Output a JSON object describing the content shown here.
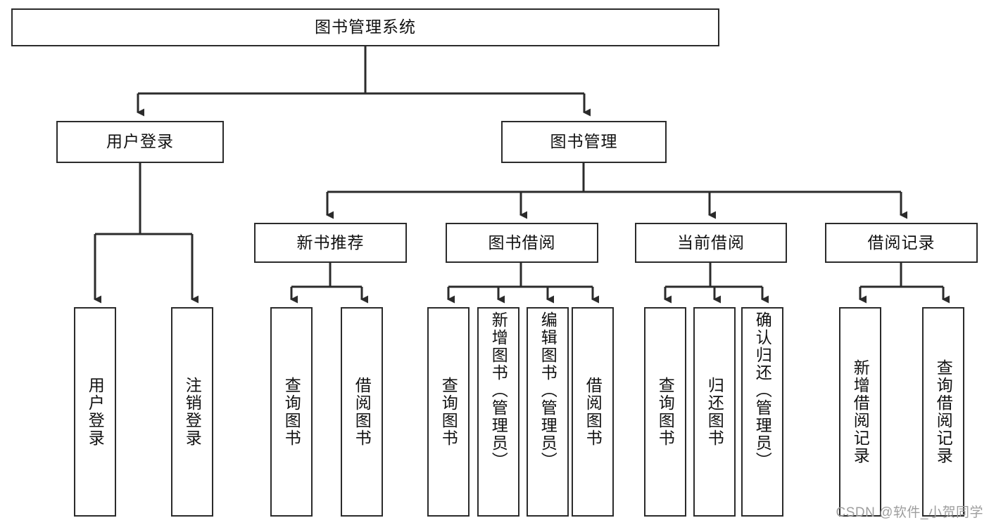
{
  "diagram": {
    "type": "tree",
    "title": "图书管理系统",
    "root": {
      "id": "root",
      "label": "图书管理系统"
    },
    "level1": [
      {
        "id": "user-login",
        "label": "用户登录"
      },
      {
        "id": "book-manage",
        "label": "图书管理"
      }
    ],
    "level2": [
      {
        "id": "new-book-recommend",
        "label": "新书推荐"
      },
      {
        "id": "book-borrow",
        "label": "图书借阅"
      },
      {
        "id": "current-borrow",
        "label": "当前借阅"
      },
      {
        "id": "borrow-record",
        "label": "借阅记录"
      }
    ],
    "leaves": {
      "user_login": [
        {
          "id": "leaf-user-login",
          "label": "用户登录"
        },
        {
          "id": "leaf-logout-login",
          "label": "注销登录"
        }
      ],
      "new_book_recommend": [
        {
          "id": "leaf-query-book-1",
          "label": "查询图书"
        },
        {
          "id": "leaf-borrow-book-1",
          "label": "借阅图书"
        }
      ],
      "book_borrow": [
        {
          "id": "leaf-query-book-2",
          "label": "查询图书"
        },
        {
          "id": "leaf-add-book",
          "label": "新增图书（管理员）"
        },
        {
          "id": "leaf-edit-book",
          "label": "编辑图书（管理员）"
        },
        {
          "id": "leaf-borrow-book-2",
          "label": "借阅图书"
        }
      ],
      "current_borrow": [
        {
          "id": "leaf-query-book-3",
          "label": "查询图书"
        },
        {
          "id": "leaf-return-book",
          "label": "归还图书"
        },
        {
          "id": "leaf-confirm-return",
          "label": "确认归还（管理员）"
        }
      ],
      "borrow_record": [
        {
          "id": "leaf-add-record",
          "label": "新增借阅记录"
        },
        {
          "id": "leaf-query-record",
          "label": "查询借阅记录"
        }
      ]
    }
  },
  "watermark": {
    "text": "CSDN @软件_小贺同学"
  },
  "colors": {
    "stroke": "#2b2b2b",
    "fill": "#ffffff",
    "text": "#111111",
    "watermark": "#9e9e9e"
  }
}
